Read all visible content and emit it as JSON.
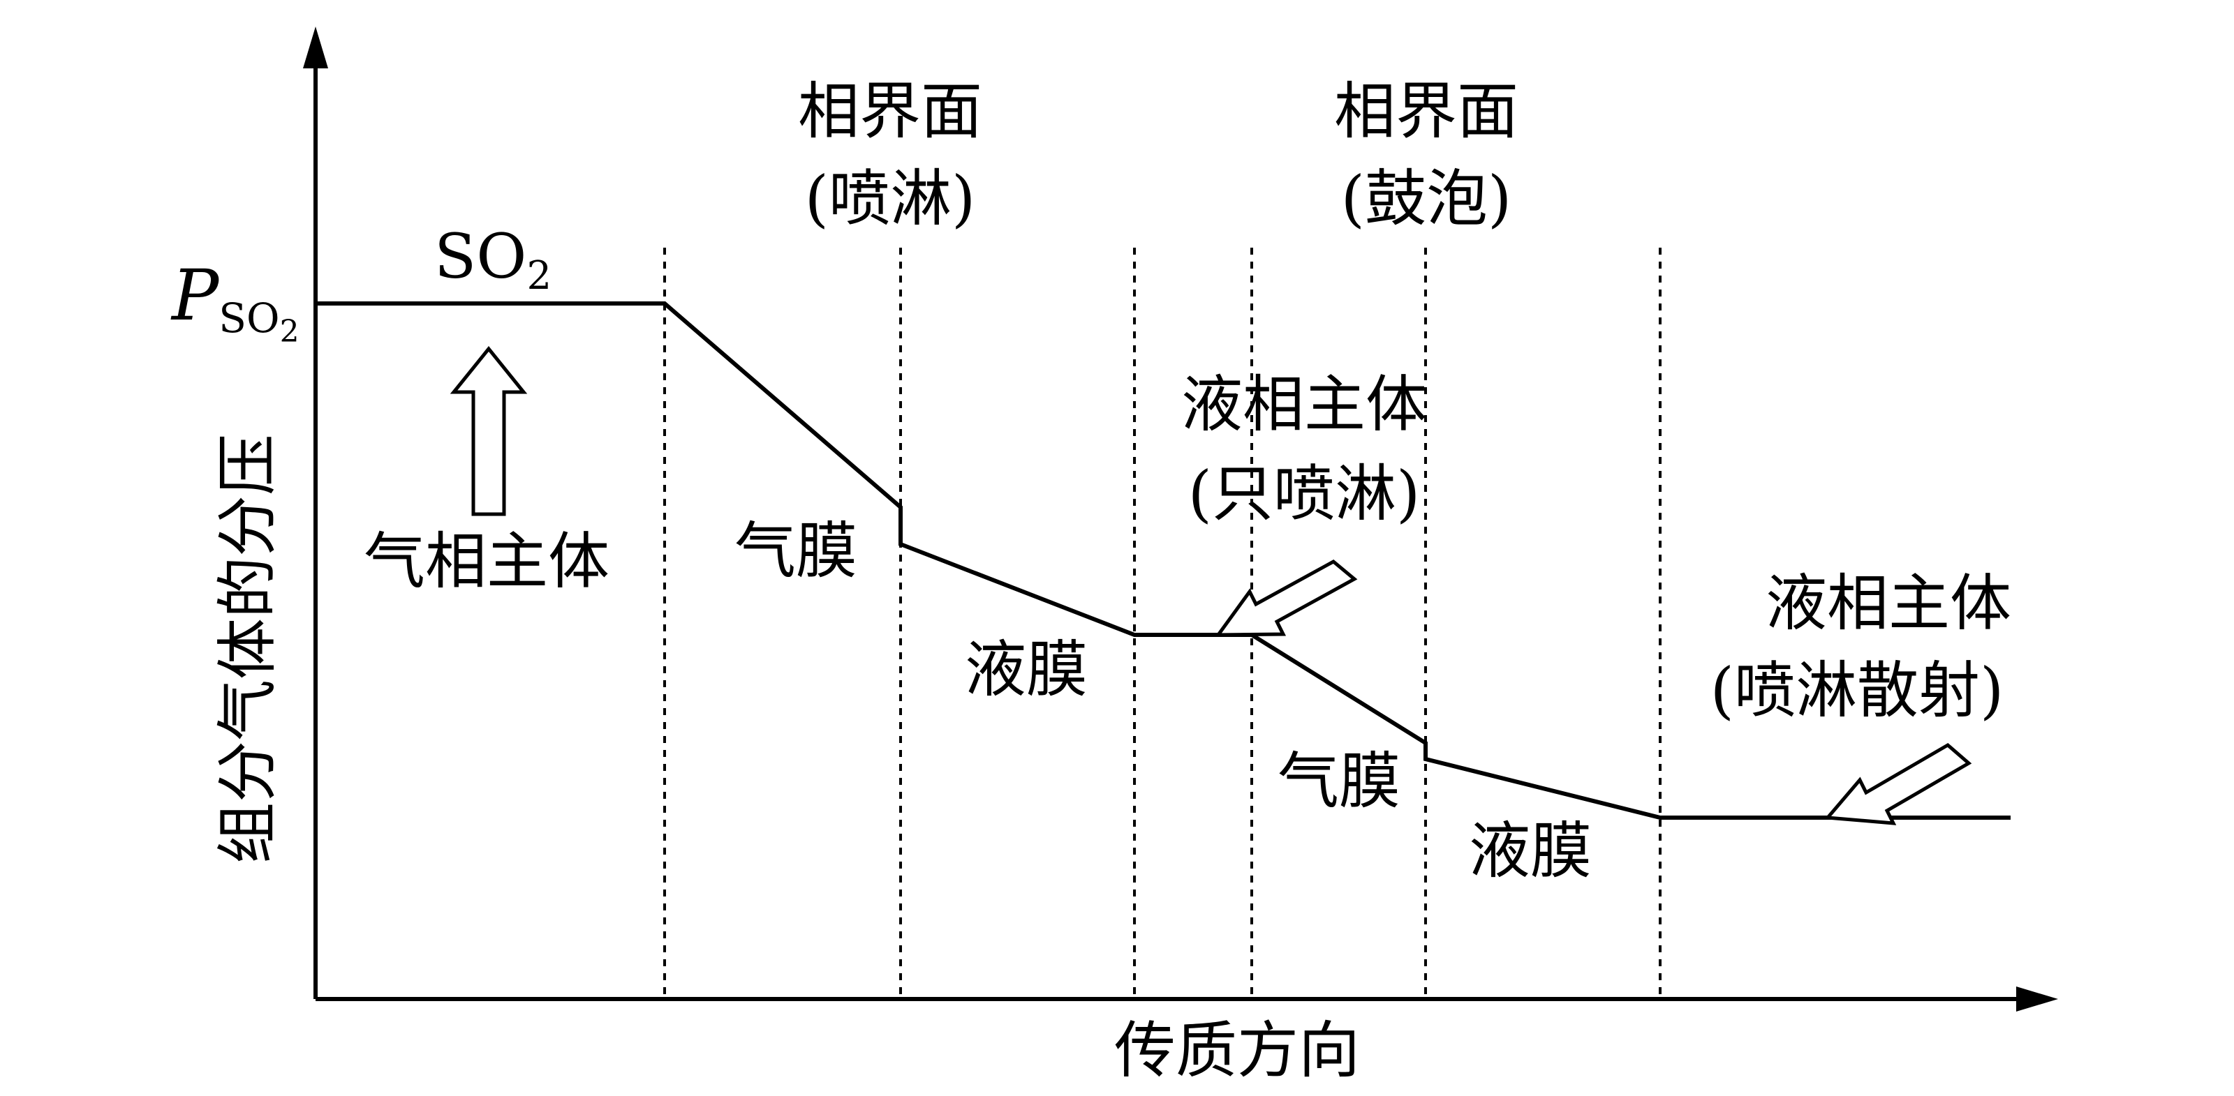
{
  "axes": {
    "y_label": "组分气体的分压",
    "x_label": "传质方向",
    "y_tick_symbol": "P",
    "y_tick_subscript": "SO",
    "y_tick_subsubscript": "2"
  },
  "interfaces": {
    "spray": {
      "line1": "相界面",
      "line2": "(喷淋)"
    },
    "bubble": {
      "line1": "相界面",
      "line2": "(鼓泡)"
    }
  },
  "species": {
    "base": "SO",
    "subscript": "2"
  },
  "regions": {
    "gas_bulk": "气相主体",
    "gas_film_1": "气膜",
    "liquid_film_1": "液膜",
    "liquid_bulk_spray": {
      "line1": "液相主体",
      "line2": "(只喷淋)"
    },
    "gas_film_2": "气膜",
    "liquid_film_2": "液膜",
    "liquid_bulk_scatter": {
      "line1": "液相主体",
      "line2": "(喷淋散射)"
    }
  },
  "icons": {
    "up_arrow": "hollow-up-arrow-icon",
    "pointer_arrow_1": "hollow-pointer-arrow-icon",
    "pointer_arrow_2": "hollow-pointer-arrow-icon"
  },
  "colors": {
    "stroke": "#000000",
    "background": "#ffffff"
  }
}
